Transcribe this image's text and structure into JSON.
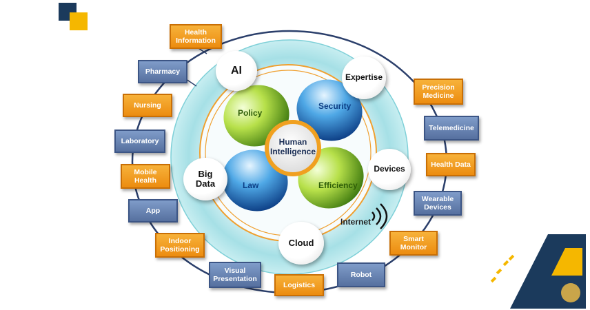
{
  "center": {
    "label": "Human\nIntelligence"
  },
  "petals": [
    {
      "id": "policy",
      "label": "Policy",
      "color": "#5c8c1a"
    },
    {
      "id": "security",
      "label": "Security",
      "color": "#1f5fa8"
    },
    {
      "id": "law",
      "label": "Law",
      "color": "#1f5fa8"
    },
    {
      "id": "efficiency",
      "label": "Efficiency",
      "color": "#5c8c1a"
    }
  ],
  "ring_bubbles": [
    {
      "id": "ai",
      "label": "AI"
    },
    {
      "id": "expertise",
      "label": "Expertise"
    },
    {
      "id": "big-data",
      "label": "Big\nData"
    },
    {
      "id": "devices",
      "label": "Devices"
    },
    {
      "id": "cloud",
      "label": "Cloud"
    }
  ],
  "internet_label": "Internet",
  "outer_boxes": [
    {
      "id": "health-information",
      "label": "Health\nInformation",
      "style": "orange"
    },
    {
      "id": "pharmacy",
      "label": "Pharmacy",
      "style": "blue"
    },
    {
      "id": "nursing",
      "label": "Nursing",
      "style": "orange"
    },
    {
      "id": "laboratory",
      "label": "Laboratory",
      "style": "blue"
    },
    {
      "id": "mobile-health",
      "label": "Mobile\nHealth",
      "style": "orange"
    },
    {
      "id": "app",
      "label": "App",
      "style": "blue"
    },
    {
      "id": "indoor-positioning",
      "label": "Indoor\nPositioning",
      "style": "orange"
    },
    {
      "id": "visual-presentation",
      "label": "Visual\nPresentation",
      "style": "blue"
    },
    {
      "id": "logistics",
      "label": "Logistics",
      "style": "orange"
    },
    {
      "id": "robot",
      "label": "Robot",
      "style": "blue"
    },
    {
      "id": "smart-monitor",
      "label": "Smart\nMonitor",
      "style": "orange"
    },
    {
      "id": "wearable-devices",
      "label": "Wearable\nDevices",
      "style": "blue"
    },
    {
      "id": "health-data",
      "label": "Health Data",
      "style": "orange"
    },
    {
      "id": "telemedicine",
      "label": "Telemedicine",
      "style": "blue"
    },
    {
      "id": "precision-medicine",
      "label": "Precision\nMedicine",
      "style": "orange"
    }
  ],
  "colors": {
    "orange": "#f39c1f",
    "blue": "#6682b4",
    "ring_teal": "#9fdde3",
    "navy_accent": "#1b3a5c",
    "gold_accent": "#f5b700"
  }
}
